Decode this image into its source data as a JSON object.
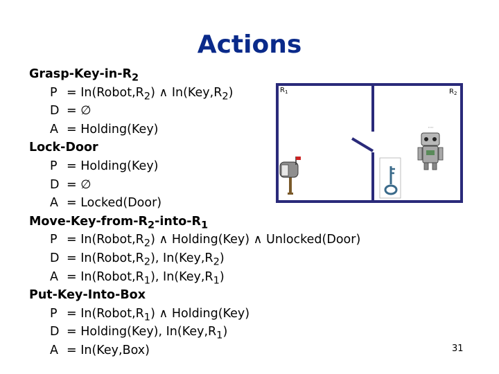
{
  "title": "Actions",
  "page_number": "31",
  "room_labels": {
    "left": "R",
    "left_sub": "1",
    "right": "R",
    "right_sub": "2"
  },
  "lines": [
    {
      "kind": "action",
      "parts": [
        {
          "t": "Grasp-Key-in-R"
        },
        {
          "t": "2",
          "sub": true
        }
      ]
    },
    {
      "kind": "cond",
      "key": "P",
      "parts": [
        {
          "t": "= In(Robot,R"
        },
        {
          "t": "2",
          "sub": true
        },
        {
          "t": ") ∧ In(Key,R"
        },
        {
          "t": "2",
          "sub": true
        },
        {
          "t": ")"
        }
      ]
    },
    {
      "kind": "cond",
      "key": "D",
      "parts": [
        {
          "t": "= ∅"
        }
      ]
    },
    {
      "kind": "cond",
      "key": "A",
      "parts": [
        {
          "t": "= Holding(Key)"
        }
      ]
    },
    {
      "kind": "action",
      "parts": [
        {
          "t": "Lock-Door"
        }
      ]
    },
    {
      "kind": "cond",
      "key": "P",
      "parts": [
        {
          "t": "= Holding(Key)"
        }
      ]
    },
    {
      "kind": "cond",
      "key": "D",
      "parts": [
        {
          "t": "= ∅"
        }
      ]
    },
    {
      "kind": "cond",
      "key": "A",
      "parts": [
        {
          "t": "= Locked(Door)"
        }
      ]
    },
    {
      "kind": "action",
      "parts": [
        {
          "t": "Move-Key-from-R"
        },
        {
          "t": "2",
          "sub": true
        },
        {
          "t": "-into-R"
        },
        {
          "t": "1",
          "sub": true
        }
      ]
    },
    {
      "kind": "cond",
      "key": "P",
      "parts": [
        {
          "t": "= In(Robot,R"
        },
        {
          "t": "2",
          "sub": true
        },
        {
          "t": ") ∧ Holding(Key) ∧ Unlocked(Door)"
        }
      ]
    },
    {
      "kind": "cond",
      "key": "D",
      "parts": [
        {
          "t": "= In(Robot,R"
        },
        {
          "t": "2",
          "sub": true
        },
        {
          "t": "), In(Key,R"
        },
        {
          "t": "2",
          "sub": true
        },
        {
          "t": ")"
        }
      ]
    },
    {
      "kind": "cond",
      "key": "A",
      "parts": [
        {
          "t": "= In(Robot,R"
        },
        {
          "t": "1",
          "sub": true
        },
        {
          "t": "), In(Key,R"
        },
        {
          "t": "1",
          "sub": true
        },
        {
          "t": ")"
        }
      ]
    },
    {
      "kind": "action",
      "parts": [
        {
          "t": "Put-Key-Into-Box"
        }
      ]
    },
    {
      "kind": "cond",
      "key": "P",
      "parts": [
        {
          "t": "= In(Robot,R"
        },
        {
          "t": "1",
          "sub": true
        },
        {
          "t": ") ∧ Holding(Key)"
        }
      ]
    },
    {
      "kind": "cond",
      "key": "D",
      "parts": [
        {
          "t": "= Holding(Key), In(Key,R"
        },
        {
          "t": "1",
          "sub": true
        },
        {
          "t": ")"
        }
      ]
    },
    {
      "kind": "cond",
      "key": "A",
      "parts": [
        {
          "t": "= In(Key,Box)"
        }
      ]
    }
  ]
}
